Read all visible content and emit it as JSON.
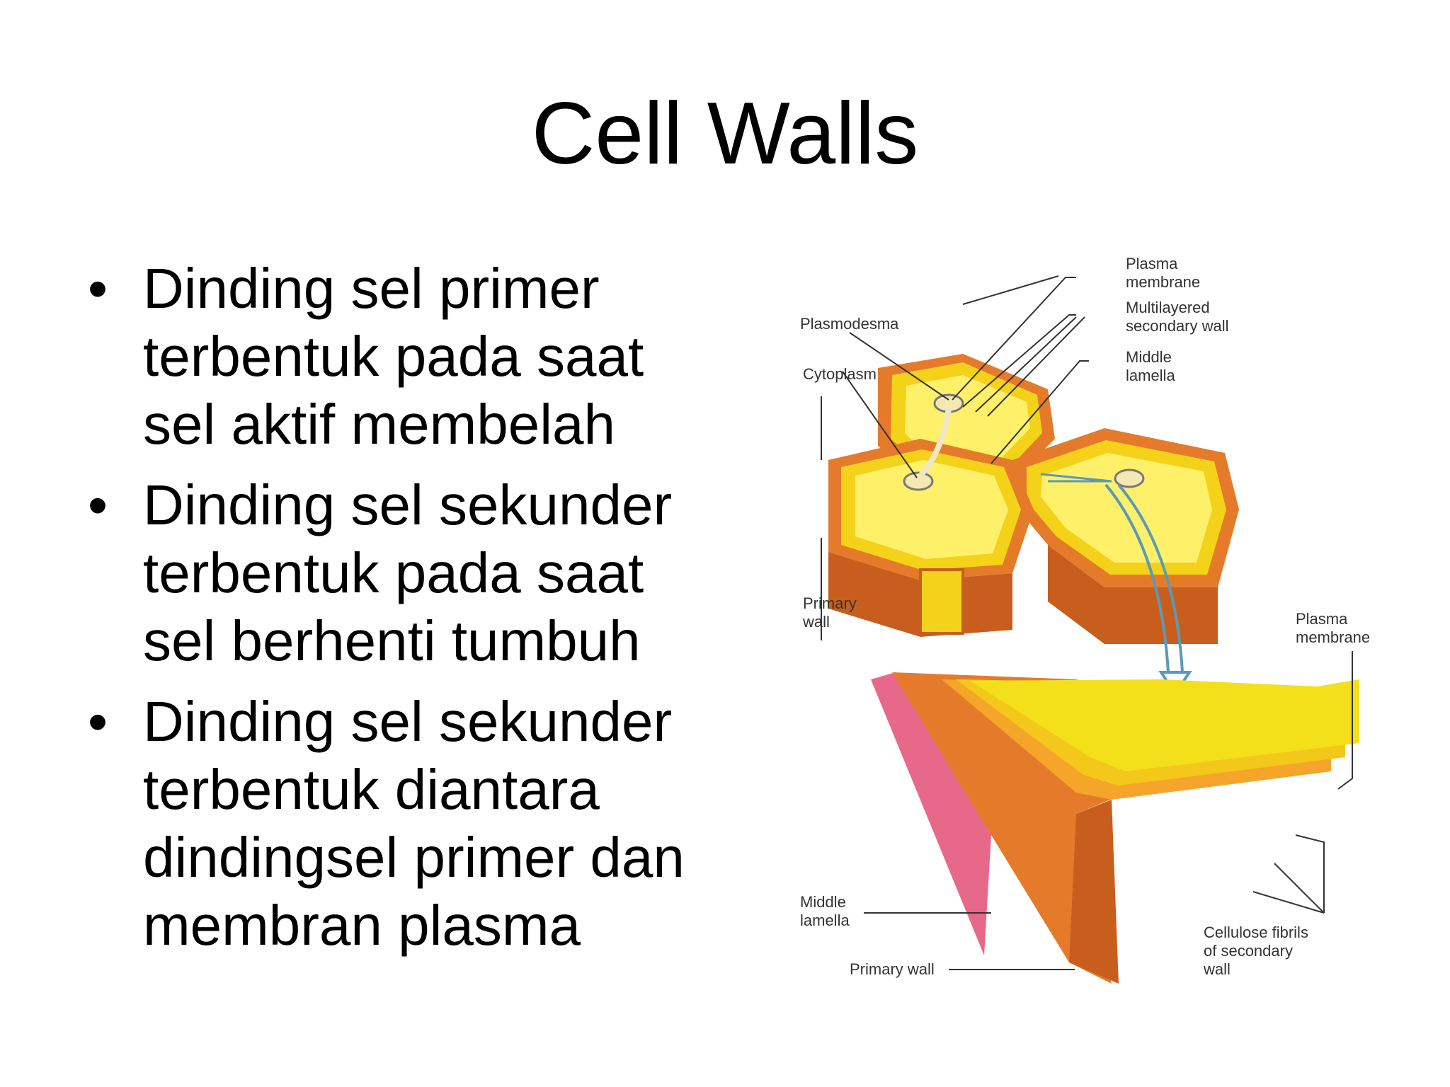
{
  "slide": {
    "title": "Cell Walls",
    "bullets": [
      {
        "lines": [
          "Dinding sel primer",
          "terbentuk pada saat",
          "sel aktif membelah"
        ]
      },
      {
        "lines": [
          "Dinding sel sekunder",
          "terbentuk pada saat",
          "sel berhenti tumbuh"
        ]
      },
      {
        "lines": [
          "Dinding sel sekunder",
          "terbentuk diantara",
          "dindingsel primer dan",
          "membran plasma"
        ]
      }
    ],
    "bullet_glyph": "•"
  },
  "figure": {
    "labels": {
      "plasma_membrane_top_1": "Plasma",
      "plasma_membrane_top_2": "membrane",
      "multilayered_1": "Multilayered",
      "multilayered_2": "secondary wall",
      "middle_lamella_top_1": "Middle",
      "middle_lamella_top_2": "lamella",
      "plasmodesma": "Plasmodesma",
      "cytoplasm": "Cytoplasm",
      "primary_wall_top_1": "Primary",
      "primary_wall_top_2": "wall",
      "plasma_membrane_bottom_1": "Plasma",
      "plasma_membrane_bottom_2": "membrane",
      "middle_lamella_bottom_1": "Middle",
      "middle_lamella_bottom_2": "lamella",
      "primary_wall_bottom": "Primary wall",
      "cellulose_1": "Cellulose fibrils",
      "cellulose_2": "of secondary",
      "cellulose_3": "wall"
    },
    "colors": {
      "cell_yellow": "#f4d21a",
      "cell_inner": "#fff06a",
      "wall_orange": "#e57b2a",
      "wall_dark": "#c85e1e",
      "lamella_pink": "#e8688a",
      "leader_line": "#333333",
      "arrow_blue": "#5a9ab8"
    }
  }
}
